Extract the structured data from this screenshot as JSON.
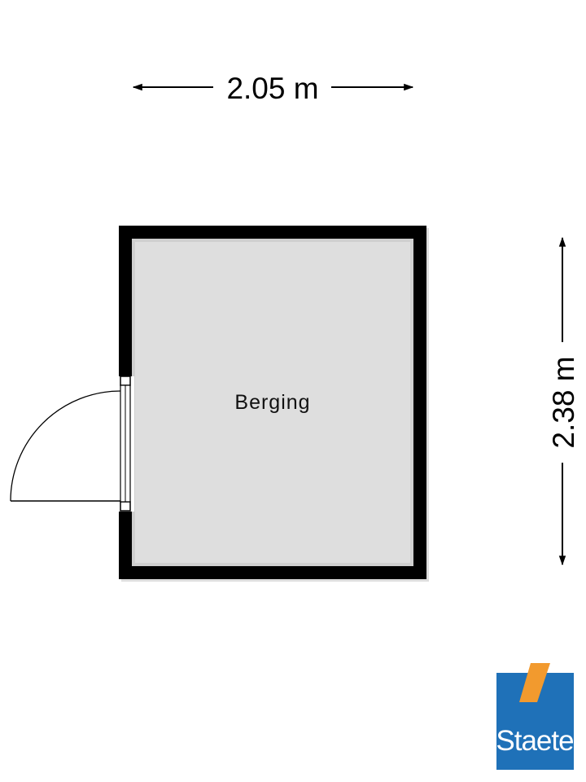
{
  "dimensions": {
    "width_label": "2.05 m",
    "depth_label": "2.38 m"
  },
  "rooms": [
    {
      "label": "Berging"
    }
  ],
  "logo": {
    "text": "Staete",
    "background_color": "#1f71b8",
    "accent_color": "#f29a2e"
  },
  "colors": {
    "wall": "#000000",
    "floor": "#dedede",
    "background": "#ffffff"
  }
}
